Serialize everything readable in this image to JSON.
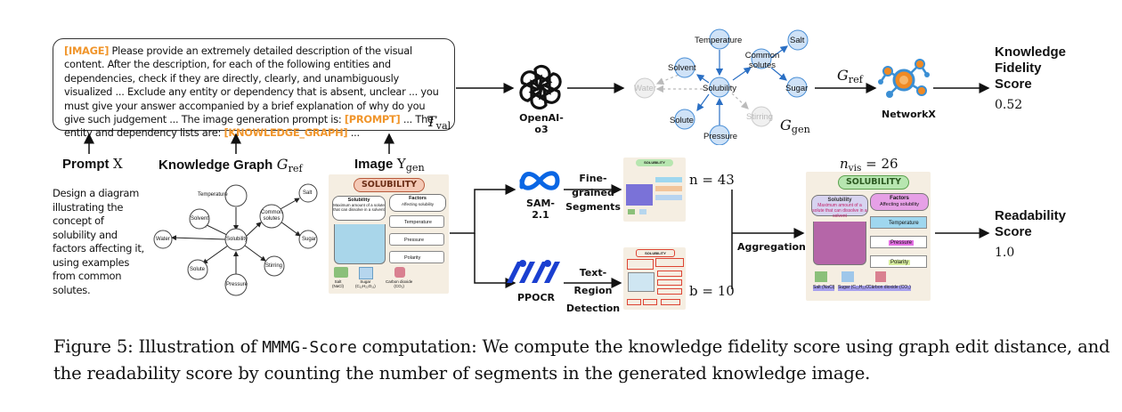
{
  "prompt_box": {
    "tag_image": "[IMAGE]",
    "text_1": " Please provide an extremely detailed description of the visual content. After the description, for each of the following entities and dependencies, check if they are directly, clearly, and unambiguously visualized ... Exclude any entity or dependency that is absent, unclear ... you must give your answer accompanied by a brief explanation of why do you give such judgement ... The image generation prompt is: ",
    "tag_prompt": "[PROMPT]",
    "text_2": " ... The entity and dependency lists are: ",
    "tag_kg": "[KNOWLEDGE_GRAPH]",
    "text_3": " ...",
    "t_val": "T",
    "t_val_sub": "val"
  },
  "inputs": {
    "prompt_label": "Prompt",
    "prompt_symbol": "X",
    "kg_label": "Knowledge Graph",
    "kg_symbol": "G",
    "kg_sub": "ref",
    "image_label": "Image",
    "image_symbol": "Y",
    "image_sub": "gen",
    "prompt_text": "Design a diagram illustrating the concept of solubility and factors affecting it, using examples from common solutes."
  },
  "kg_nodes": {
    "temperature": "Temperature",
    "salt": "Salt",
    "solvent": "Solvent",
    "common_solutes": "Common solutes",
    "water": "Water",
    "solubility": "Solubility",
    "sugar": "Sugar",
    "solute": "Solute",
    "stirring": "Stirring",
    "pressure": "Pressure"
  },
  "gen_graph": {
    "temperature": "Temperature",
    "salt": "Salt",
    "solvent": "Solvent",
    "common_solutes": "Common solutes",
    "water": "Water",
    "solubility": "Solubility",
    "sugar": "Sugar",
    "solute": "Solute",
    "stirring": "Stirring",
    "pressure": "Pressure",
    "g_gen": "G",
    "g_gen_sub": "gen"
  },
  "openai_label": "OpenAI-o3",
  "g_ref_arrow": "G",
  "g_ref_arrow_sub": "ref",
  "networkx_label": "NetworkX",
  "knowledge_score": {
    "line1": "Knowledge",
    "line2": "Fidelity",
    "line3": "Score",
    "value": "0.52"
  },
  "gen_image": {
    "title": "SOLUBILITY",
    "left_title": "Solubility",
    "left_desc": "Maximum amount of a solute that can dissolve in a solvent",
    "factors_title": "Factors",
    "factors_sub": "Affecting solubility",
    "factor_1": "Temperature",
    "factor_2": "Pressure",
    "factor_3": "Polarity",
    "item_1": "Salt",
    "item_1_sub": "(NaCl)",
    "item_2": "Sugar",
    "item_2_sub": "(C₁₂H₂₂O₁₁)",
    "item_3": "Carbon dioxide",
    "item_3_sub": "(CO₂)"
  },
  "sam": {
    "label": "SAM-2.1",
    "edge_1": "Fine-grained",
    "edge_2": "Segments",
    "n_label": "n = 43"
  },
  "ppocr": {
    "label": "PPOCR",
    "edge_1": "Text-Region",
    "edge_2": "Detection",
    "b_label": "b = 10"
  },
  "aggregation_label": "Aggregation",
  "n_vis": "n",
  "n_vis_sub": "vis",
  "n_vis_eq": " = 26",
  "readability_score": {
    "line1": "Readability",
    "line2": "Score",
    "value": "1.0"
  },
  "caption": {
    "prefix": "Figure 5: Illustration of ",
    "mono": "MMMG-Score",
    "rest": " computation: We compute the knowledge fidelity score using graph edit distance, and the readability score by counting the number of segments in the generated knowledge image."
  },
  "colors": {
    "highlight": "#f0952b",
    "node_fill": "#cfe2f7",
    "node_stroke": "#4a8fd6",
    "networkx_orange": "#f08a24",
    "networkx_blue": "#3b8fd4",
    "meta_blue": "#0a66e4",
    "ppocr_blue": "#1a3fd0"
  }
}
